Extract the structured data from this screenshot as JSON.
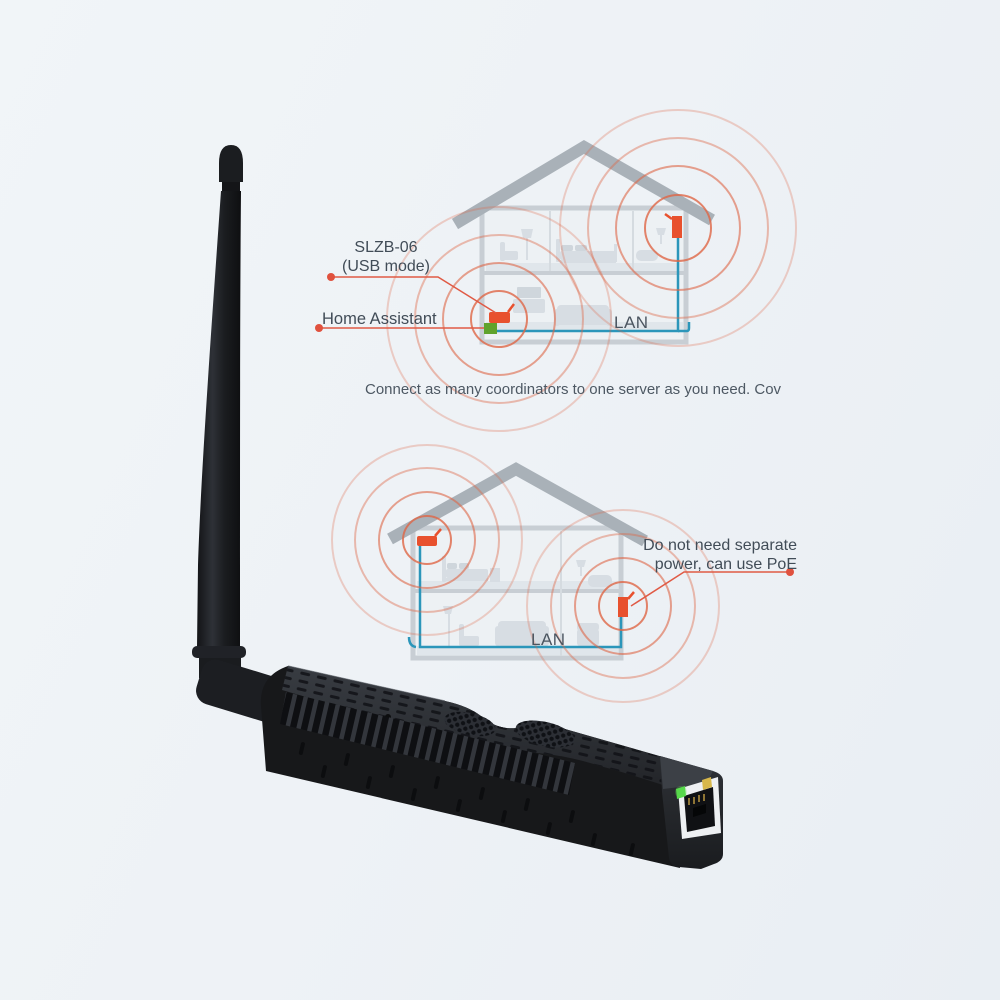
{
  "top_diagram": {
    "device_label_line1": "SLZB-06",
    "device_label_line2": "(USB mode)",
    "server_label": "Home Assistant",
    "lan_label": "LAN"
  },
  "caption": "Connect as many coordinators to one server as you need. Cov",
  "bottom_diagram": {
    "poe_label_line1": "Do not need separate",
    "poe_label_line2": "power, can use PoE",
    "lan_label": "LAN"
  },
  "product": {
    "ethernet_leds": {
      "left": "#57d84b",
      "right": "#d7b74a"
    }
  },
  "palette": {
    "accent_red": "#e8512e",
    "signal_wave": "#de6646",
    "lan_cable_blue": "#2b96ba",
    "server_green": "#5fa32c",
    "house_wall": "#c8ced4",
    "roof_gray": "#a9b1b8",
    "label_text": "#414c57"
  }
}
